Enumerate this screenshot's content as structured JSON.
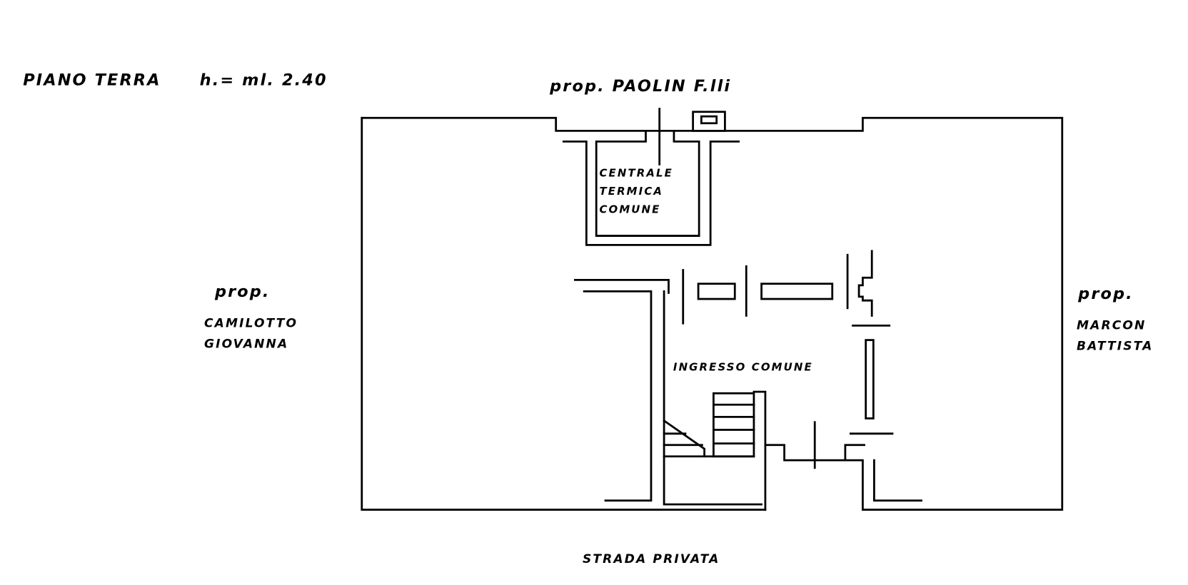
{
  "title": {
    "floor": "PIANO TERRA",
    "height": "h.= ml. 2.40"
  },
  "neighbors": {
    "top": "prop. PAOLIN F.lli",
    "left_prefix": "prop.",
    "left_line1": "CAMILOTTO",
    "left_line2": "GIOVANNA",
    "right_prefix": "prop.",
    "right_line1": "MARCON",
    "right_line2": "BATTISTA",
    "bottom": "STRADA PRIVATA"
  },
  "rooms": {
    "boiler_line1": "CENTRALE",
    "boiler_line2": "TERMICA",
    "boiler_line3": "COMUNE",
    "entrance": "INGRESSO COMUNE"
  }
}
